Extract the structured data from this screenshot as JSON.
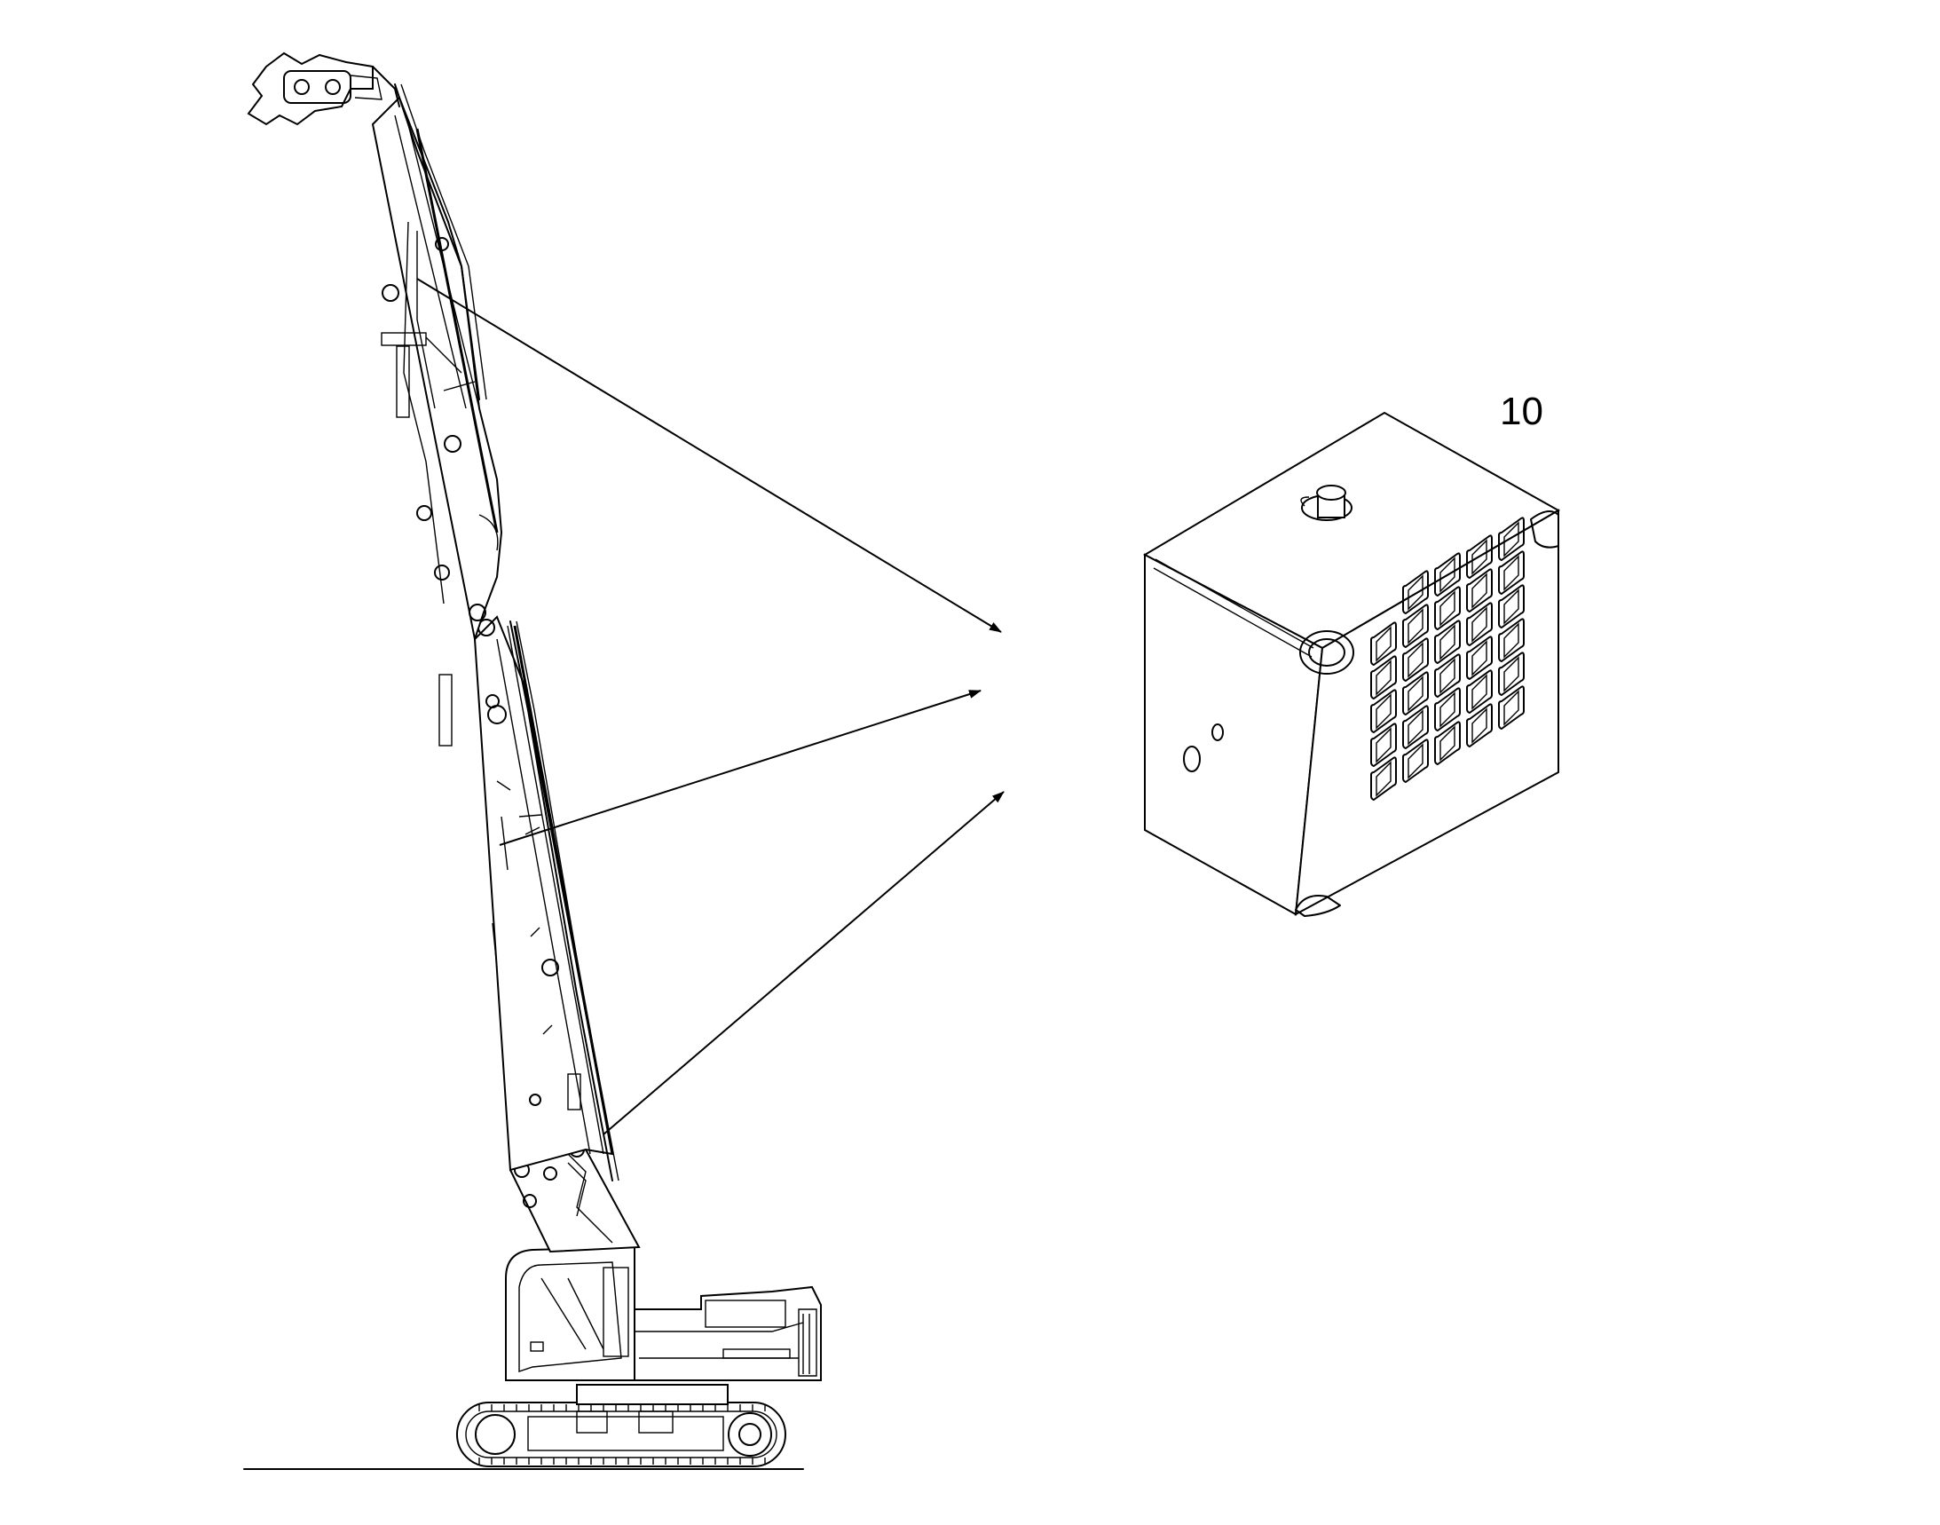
{
  "callout": {
    "label": "10"
  },
  "colors": {
    "line": "#000000",
    "background": "#ffffff"
  },
  "parts": {
    "machine": "demolition-excavator",
    "tool": "demolition-shear-attachment",
    "detail": "protective-grille-box"
  }
}
